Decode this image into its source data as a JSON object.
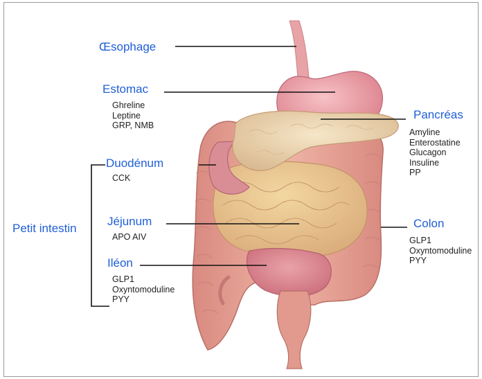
{
  "accent_label_color": "#1f5fd6",
  "organs": {
    "oesophage": {
      "name": "Œsophage"
    },
    "estomac": {
      "name": "Estomac",
      "hormones": [
        "Ghreline",
        "Leptine",
        "GRP, NMB"
      ]
    },
    "pancreas": {
      "name": "Pancréas",
      "hormones": [
        "Amyline",
        "Enterostatine",
        "Glucagon",
        "Insuline",
        "PP"
      ]
    },
    "duodenum": {
      "name": "Duodénum",
      "hormones": [
        "CCK"
      ]
    },
    "jejunum": {
      "name": "Jéjunum",
      "hormones": [
        "APO AIV"
      ]
    },
    "colon": {
      "name": "Colon",
      "hormones": [
        "GLP1",
        "Oxyntomoduline",
        "PYY"
      ]
    },
    "ileon": {
      "name": "Iléon",
      "hormones": [
        "GLP1",
        "Oxyntomoduline",
        "PYY"
      ]
    }
  },
  "group_label": "Petit intestin"
}
